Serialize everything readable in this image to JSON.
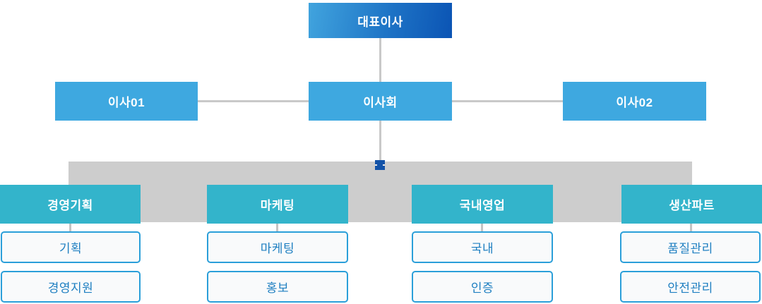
{
  "chart": {
    "ceo": "대표이사",
    "director1": "이사01",
    "board": "이사회",
    "director2": "이사02",
    "departments": [
      {
        "name": "경영기획",
        "teams": [
          "기획",
          "경영지원"
        ]
      },
      {
        "name": "마케팅",
        "teams": [
          "마케팅",
          "홍보"
        ]
      },
      {
        "name": "국내영업",
        "teams": [
          "국내",
          "인증"
        ]
      },
      {
        "name": "생산파트",
        "teams": [
          "품질관리",
          "안전관리"
        ]
      }
    ]
  },
  "colors": {
    "ceo_gradient_start": "#41A4DE",
    "ceo_gradient_end": "#0B54B4",
    "level2_blue": "#3EA8E0",
    "department_teal": "#33B4CB",
    "band_gray": "#CDCDCD",
    "line_gray": "#C9C9C9",
    "junction_blue": "#1353A8",
    "team_border_blue": "#2B9FD9",
    "team_text_blue": "#1E7FC1",
    "team_background": "#F9FAFB"
  }
}
